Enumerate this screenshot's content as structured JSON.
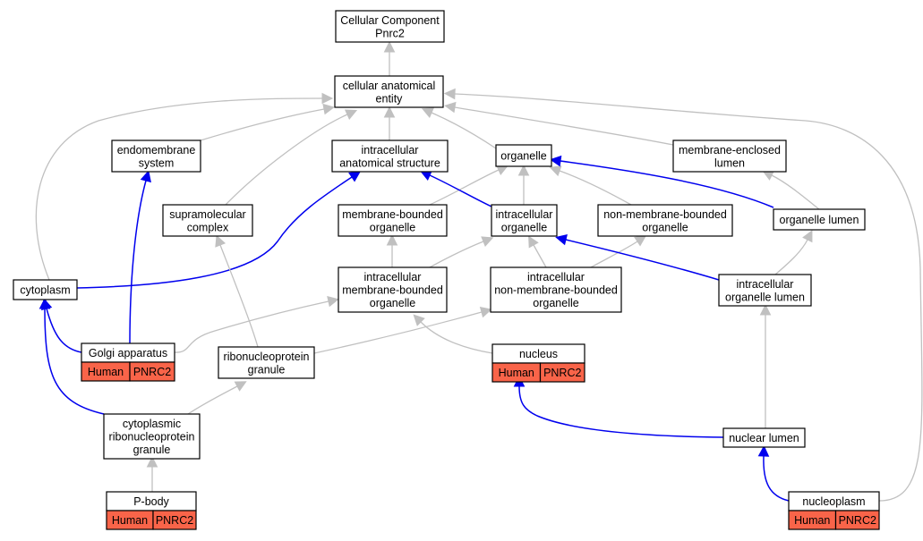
{
  "diagram": {
    "colors": {
      "node_fill": "#ffffff",
      "node_border": "#000000",
      "annotation_fill": "#f96449",
      "edge_is_a": "#c0c0c0",
      "edge_part_of": "#0000ee"
    },
    "nodes": [
      {
        "id": "root",
        "lines": [
          "Cellular Component",
          "Pnrc2"
        ]
      },
      {
        "id": "cae",
        "lines": [
          "cellular anatomical",
          "entity"
        ]
      },
      {
        "id": "endo",
        "lines": [
          "endomembrane",
          "system"
        ]
      },
      {
        "id": "ias",
        "lines": [
          "intracellular",
          "anatomical structure"
        ]
      },
      {
        "id": "org",
        "lines": [
          "organelle"
        ]
      },
      {
        "id": "mel",
        "lines": [
          "membrane-enclosed",
          "lumen"
        ]
      },
      {
        "id": "supra",
        "lines": [
          "supramolecular",
          "complex"
        ]
      },
      {
        "id": "mbo",
        "lines": [
          "membrane-bounded",
          "organelle"
        ]
      },
      {
        "id": "io",
        "lines": [
          "intracellular",
          "organelle"
        ]
      },
      {
        "id": "nmbo",
        "lines": [
          "non-membrane-bounded",
          "organelle"
        ]
      },
      {
        "id": "ol",
        "lines": [
          "organelle lumen"
        ]
      },
      {
        "id": "cyto",
        "lines": [
          "cytoplasm"
        ]
      },
      {
        "id": "imbo",
        "lines": [
          "intracellular",
          "membrane-bounded",
          "organelle"
        ]
      },
      {
        "id": "inmbo",
        "lines": [
          "intracellular",
          "non-membrane-bounded",
          "organelle"
        ]
      },
      {
        "id": "iol",
        "lines": [
          "intracellular",
          "organelle lumen"
        ]
      },
      {
        "id": "golgi",
        "lines": [
          "Golgi apparatus"
        ],
        "annotation": [
          "Human",
          "PNRC2"
        ]
      },
      {
        "id": "rnp",
        "lines": [
          "ribonucleoprotein",
          "granule"
        ]
      },
      {
        "id": "nucleus",
        "lines": [
          "nucleus"
        ],
        "annotation": [
          "Human",
          "PNRC2"
        ]
      },
      {
        "id": "crnp",
        "lines": [
          "cytoplasmic",
          "ribonucleoprotein",
          "granule"
        ]
      },
      {
        "id": "nlumen",
        "lines": [
          "nuclear lumen"
        ]
      },
      {
        "id": "pbody",
        "lines": [
          "P-body"
        ],
        "annotation": [
          "Human",
          "PNRC2"
        ]
      },
      {
        "id": "nucleoplasm",
        "lines": [
          "nucleoplasm"
        ],
        "annotation": [
          "Human",
          "PNRC2"
        ]
      }
    ],
    "edges": [
      {
        "from": "cae",
        "to": "root",
        "type": "is_a"
      },
      {
        "from": "endo",
        "to": "cae",
        "type": "is_a"
      },
      {
        "from": "ias",
        "to": "cae",
        "type": "is_a"
      },
      {
        "from": "org",
        "to": "cae",
        "type": "is_a"
      },
      {
        "from": "mel",
        "to": "cae",
        "type": "is_a"
      },
      {
        "from": "supra",
        "to": "cae",
        "type": "is_a"
      },
      {
        "from": "cyto",
        "to": "cae",
        "type": "is_a"
      },
      {
        "from": "nucleoplasm",
        "to": "cae",
        "type": "is_a"
      },
      {
        "from": "mbo",
        "to": "org",
        "type": "is_a"
      },
      {
        "from": "io",
        "to": "org",
        "type": "is_a"
      },
      {
        "from": "nmbo",
        "to": "org",
        "type": "is_a"
      },
      {
        "from": "ol",
        "to": "org",
        "type": "part_of"
      },
      {
        "from": "io",
        "to": "ias",
        "type": "part_of"
      },
      {
        "from": "ol",
        "to": "mel",
        "type": "is_a"
      },
      {
        "from": "cyto",
        "to": "ias",
        "type": "part_of"
      },
      {
        "from": "imbo",
        "to": "mbo",
        "type": "is_a"
      },
      {
        "from": "imbo",
        "to": "io",
        "type": "is_a"
      },
      {
        "from": "inmbo",
        "to": "io",
        "type": "is_a"
      },
      {
        "from": "inmbo",
        "to": "nmbo",
        "type": "is_a"
      },
      {
        "from": "iol",
        "to": "io",
        "type": "part_of"
      },
      {
        "from": "iol",
        "to": "ol",
        "type": "is_a"
      },
      {
        "from": "golgi",
        "to": "endo",
        "type": "part_of"
      },
      {
        "from": "golgi",
        "to": "cyto",
        "type": "part_of"
      },
      {
        "from": "golgi",
        "to": "imbo",
        "type": "is_a"
      },
      {
        "from": "rnp",
        "to": "supra",
        "type": "is_a"
      },
      {
        "from": "rnp",
        "to": "inmbo",
        "type": "is_a"
      },
      {
        "from": "nucleus",
        "to": "imbo",
        "type": "is_a"
      },
      {
        "from": "crnp",
        "to": "rnp",
        "type": "is_a"
      },
      {
        "from": "crnp",
        "to": "cyto",
        "type": "part_of"
      },
      {
        "from": "nlumen",
        "to": "iol",
        "type": "is_a"
      },
      {
        "from": "nlumen",
        "to": "nucleus",
        "type": "part_of"
      },
      {
        "from": "pbody",
        "to": "crnp",
        "type": "is_a"
      },
      {
        "from": "nucleoplasm",
        "to": "nlumen",
        "type": "part_of"
      }
    ]
  }
}
